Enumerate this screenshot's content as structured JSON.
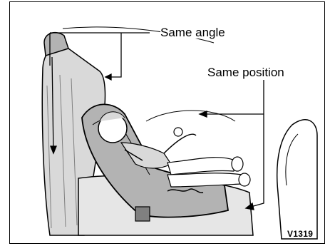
{
  "labels": {
    "same_angle": "Same angle",
    "same_position": "Same position",
    "figure_code": "V1319"
  },
  "colors": {
    "line": "#000000",
    "background": "#ffffff",
    "light_gray": "#d9d9d9",
    "mid_gray": "#b3b3b3",
    "dark_gray": "#808080"
  }
}
